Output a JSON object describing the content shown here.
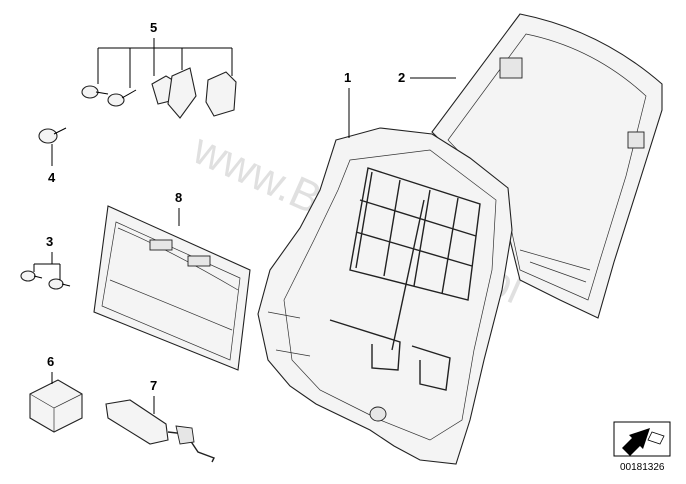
{
  "callouts": {
    "c1": "1",
    "c2": "2",
    "c3": "3",
    "c4": "4",
    "c5": "5",
    "c6": "6",
    "c7": "7",
    "c8": "8"
  },
  "watermark": "www.BMWshop.pl",
  "part_id": "00181326",
  "icons": {
    "corner_badge": "direction-arrow-icon"
  },
  "colors": {
    "line": "#000000",
    "part_fill": "#f4f4f4",
    "watermark": "#c8c8c8"
  }
}
